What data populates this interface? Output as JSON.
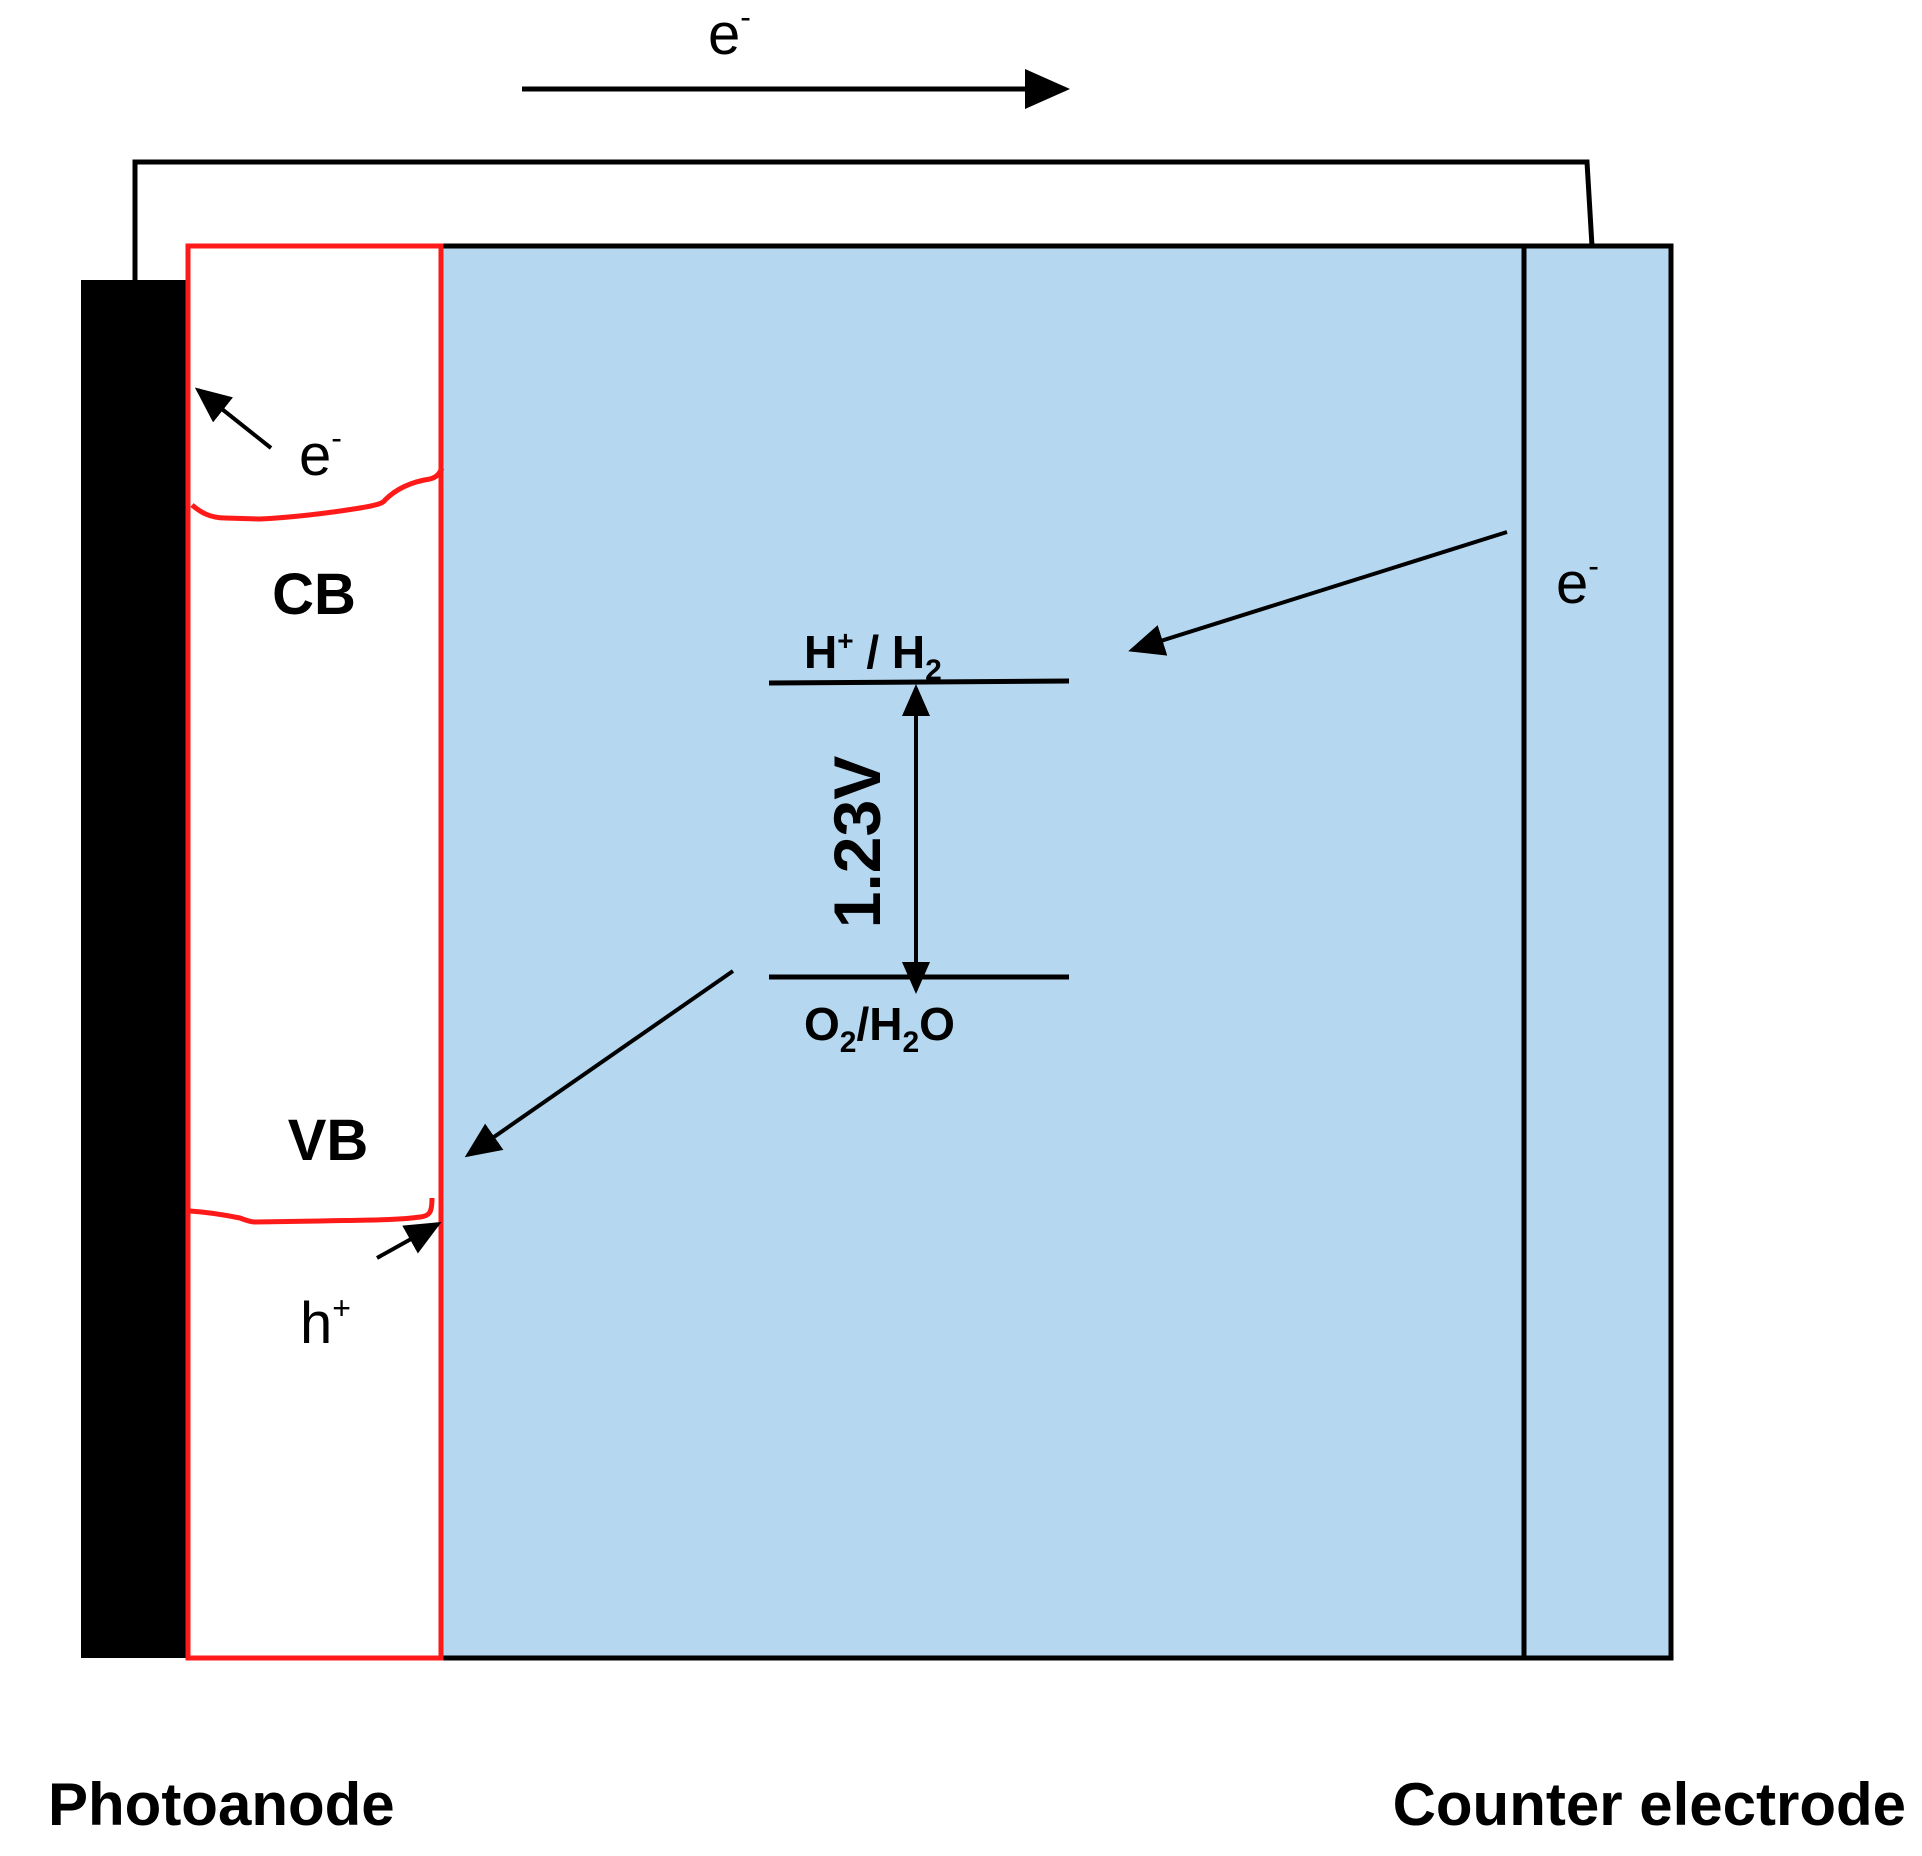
{
  "colors": {
    "electrolyte": "#b5d8f0",
    "semiconductor_outline": "#ff1a1a",
    "current_collector": "#000000",
    "line": "#000000"
  },
  "labels": {
    "circuit_electron": "e",
    "circuit_electron_sup": "-",
    "anode_electron": "e",
    "anode_electron_sup": "-",
    "counter_electron": "e",
    "counter_electron_sup": "-",
    "conduction_band": "CB",
    "valence_band": "VB",
    "hole": "h",
    "hole_sup": "+",
    "redox_upper_1": "H",
    "redox_upper_sup": "+",
    "redox_upper_2": " / H",
    "redox_upper_sub": "2",
    "redox_lower_1": "O",
    "redox_lower_sub1": "2",
    "redox_lower_2": "/H",
    "redox_lower_sub2": "2",
    "redox_lower_3": "O",
    "potential": "1.23V",
    "photoanode": "Photoanode",
    "counter_electrode": "Counter electrode"
  }
}
